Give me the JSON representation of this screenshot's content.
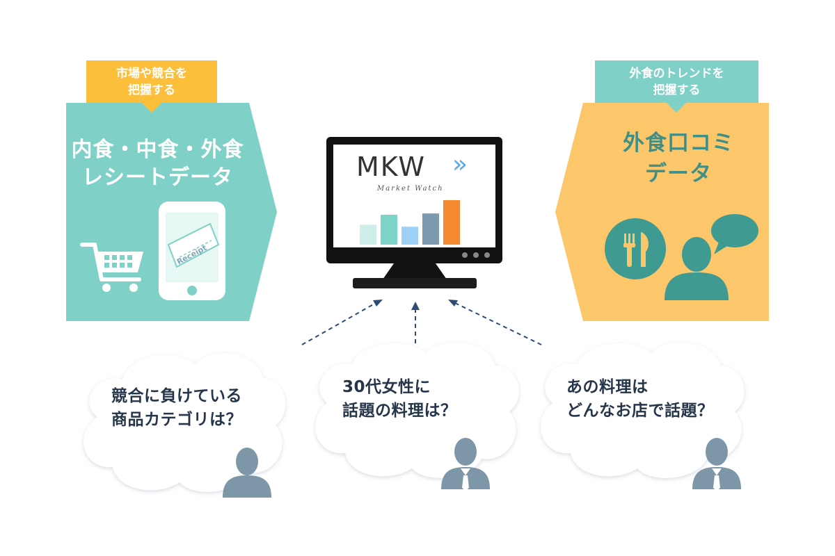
{
  "left_panel": {
    "badge": "市場や競合を\n把握する",
    "title": "内食・中食・外食\nレシートデータ",
    "receipt_label": "Receipt",
    "icons": [
      "cart-icon",
      "smartphone-icon",
      "receipt-icon"
    ]
  },
  "right_panel": {
    "badge": "外食のトレンドを\n把握する",
    "title": "外食口コミ\nデータ",
    "icons": [
      "fork-knife-icon",
      "person-icon",
      "speech-bubble-icon"
    ]
  },
  "monitor": {
    "logo": "MKW",
    "logo_chevrons": "»",
    "subtitle": "Market Watch",
    "bar_values": [
      3,
      4.5,
      2.7,
      4.7,
      6.7
    ],
    "bar_colors": [
      "#cfeee9",
      "#7ed4c6",
      "#9fd0f5",
      "#7d9bb0",
      "#f58a32"
    ]
  },
  "questions": [
    {
      "text": "競合に負けている\n商品カテゴリは？",
      "icon": "person-icon"
    },
    {
      "text": "30代女性に\n話題の料理は？",
      "icon": "businessman-icon"
    },
    {
      "text": "あの料理は\nどんなお店で話題？",
      "icon": "businessman-icon"
    }
  ],
  "colors": {
    "teal": "#7fd1c8",
    "orange": "#fcc66a",
    "badge_orange": "#fbbf3c",
    "badge_teal": "#7fd1c8",
    "icon_teal": "#3f9a92",
    "person_gray": "#7e97a8",
    "arrow": "#2d4b73"
  }
}
